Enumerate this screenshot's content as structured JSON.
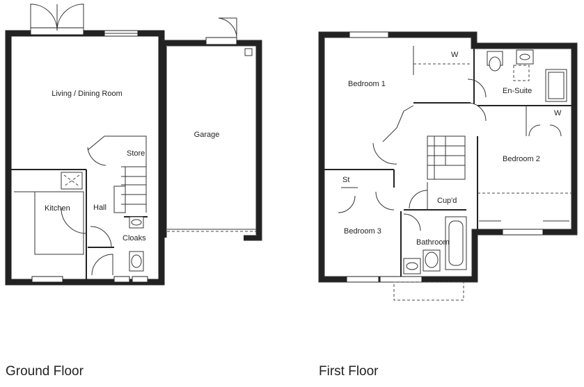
{
  "ground_floor": {
    "title": "Ground Floor",
    "rooms": {
      "living": "Living / Dining Room",
      "kitchen": "Kitchen",
      "hall": "Hall",
      "store": "Store",
      "cloaks": "Cloaks",
      "garage": "Garage"
    }
  },
  "first_floor": {
    "title": "First Floor",
    "rooms": {
      "bedroom1": "Bedroom 1",
      "bedroom2": "Bedroom 2",
      "bedroom3": "Bedroom 3",
      "ensuite": "En-Suite",
      "bathroom": "Bathroom",
      "cupboard": "Cup'd",
      "storage": "St",
      "wardrobe1": "W",
      "wardrobe2": "W"
    }
  }
}
